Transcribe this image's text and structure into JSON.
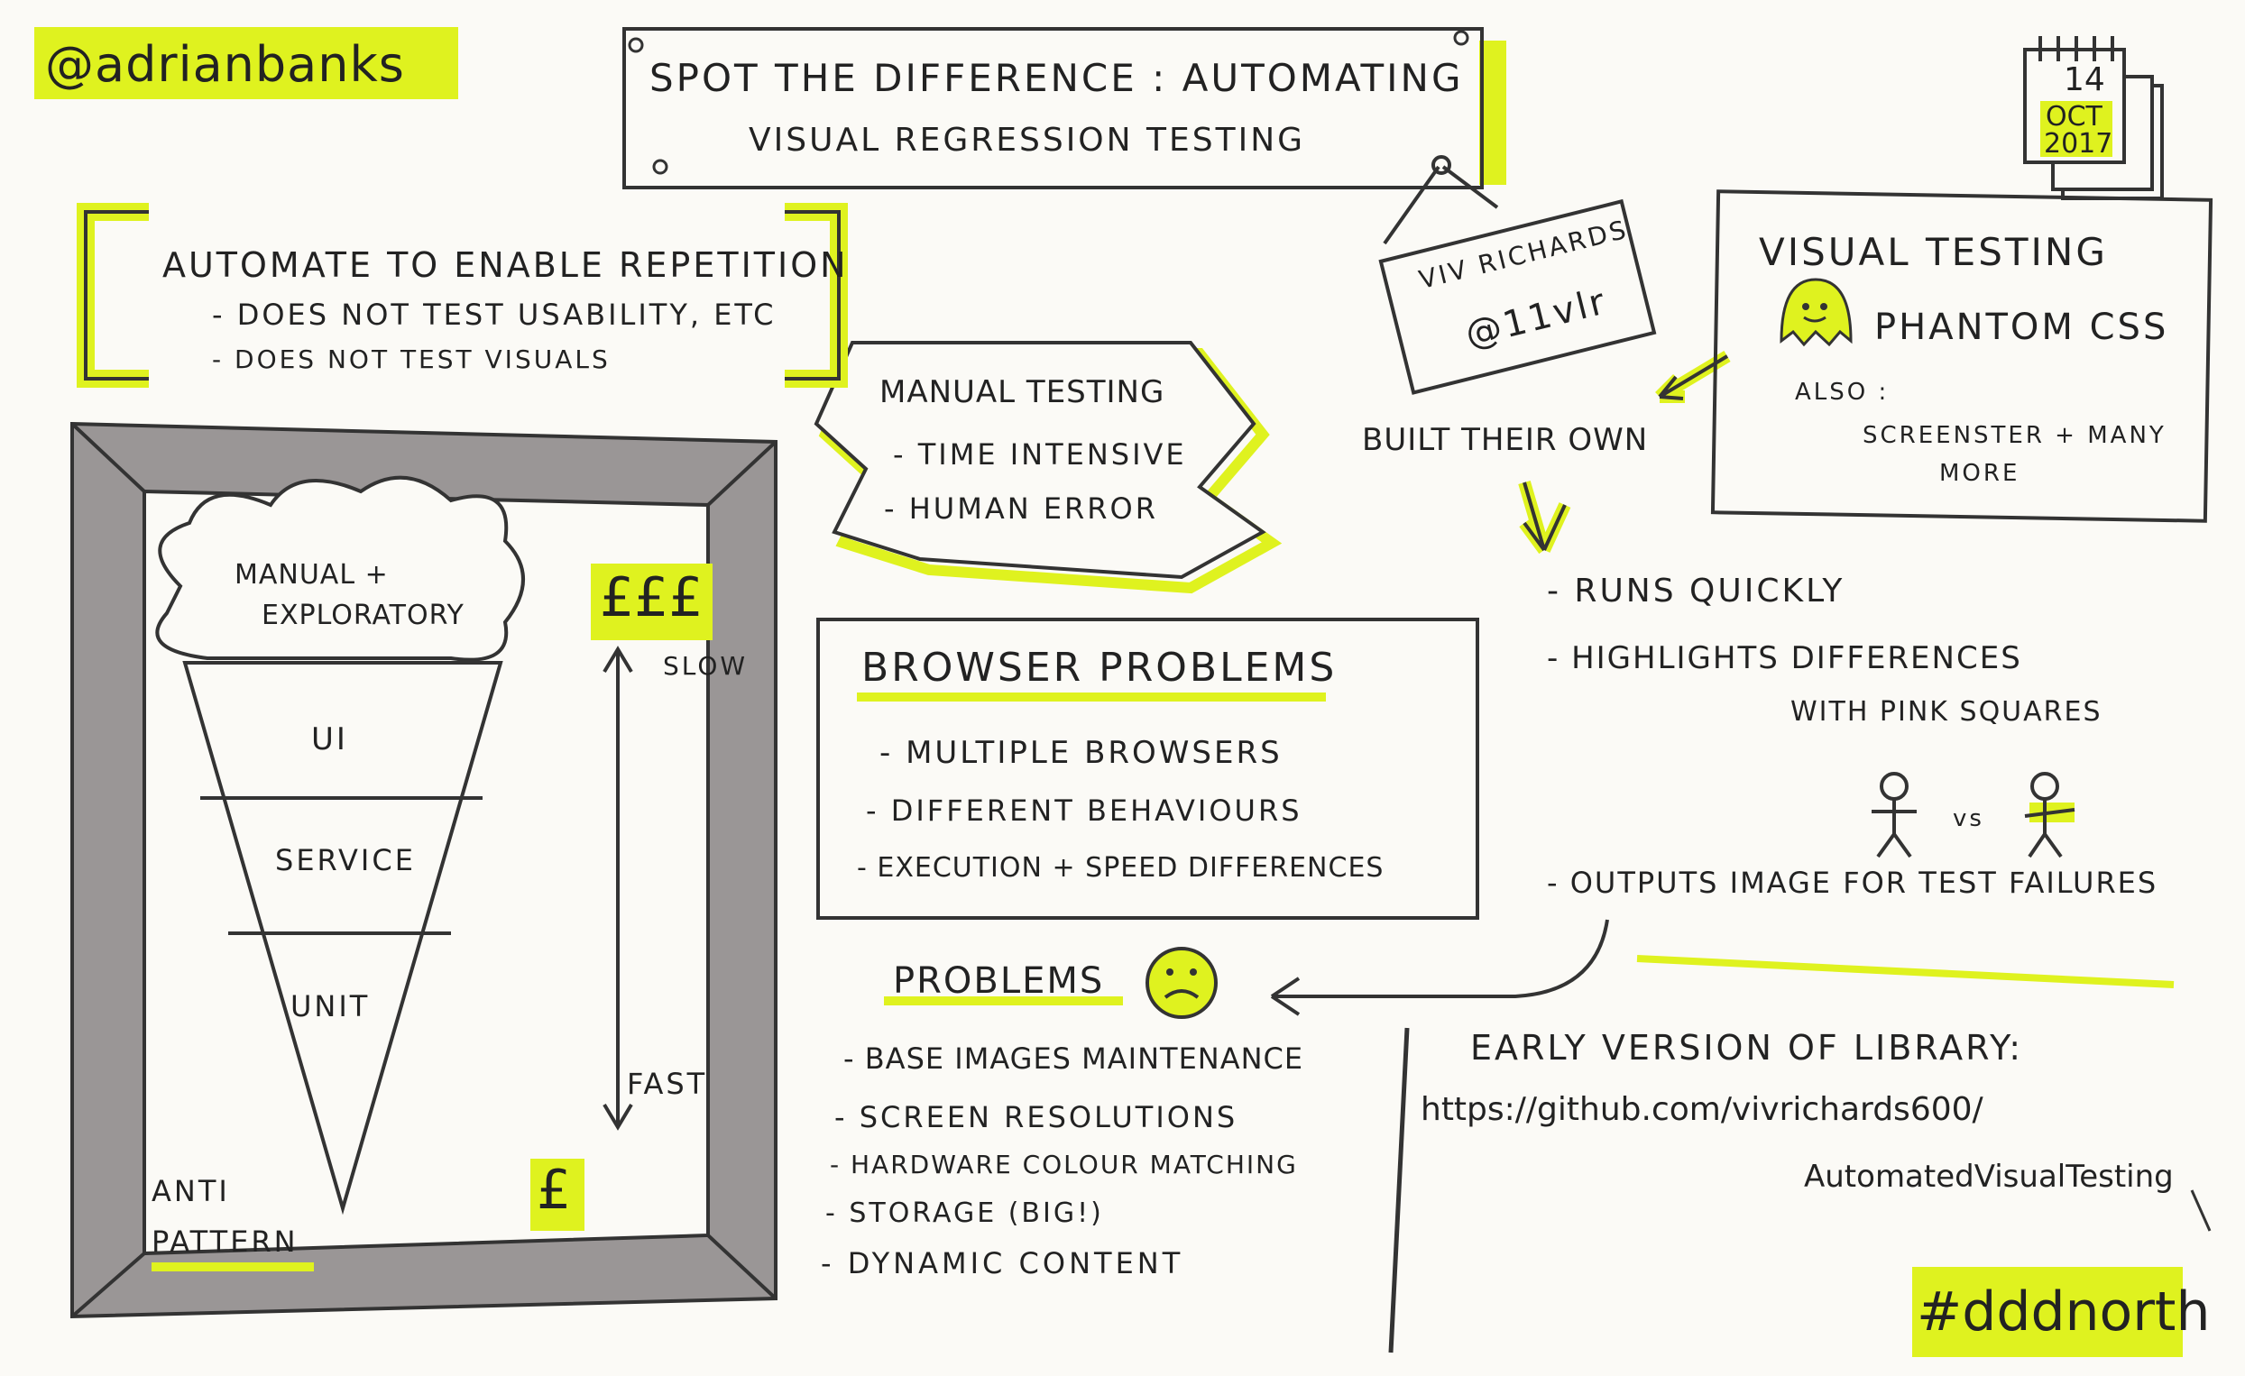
{
  "handle": "@adrianbanks",
  "title": {
    "line1": "Spot the difference : Automating",
    "line2": "Visual Regression Testing"
  },
  "date": {
    "day": "14",
    "month": "OCT",
    "year": "2017"
  },
  "speaker": {
    "name": "Viv Richards",
    "handle": "@11vlr"
  },
  "automate": {
    "heading": "Automate to enable repetition",
    "items": [
      "- Does not test usability, etc",
      "- Does not test visuals"
    ]
  },
  "manual_testing": {
    "heading": "Manual Testing",
    "items": [
      "- Time intensive",
      "- Human error"
    ]
  },
  "pyramid": {
    "cloud": [
      "Manual +",
      "Exploratory"
    ],
    "layers": [
      "UI",
      "Service",
      "Unit"
    ],
    "cost_high": "£££",
    "cost_low": "£",
    "slow": "Slow",
    "fast": "Fast",
    "anti": "Anti",
    "pattern": "Pattern"
  },
  "browser_problems": {
    "heading": "Browser Problems",
    "items": [
      "- Multiple browsers",
      "- Different behaviours",
      "- Execution + speed differences"
    ]
  },
  "visual_testing": {
    "heading": "Visual Testing",
    "tool": "Phantom css",
    "also": "Also :",
    "others": [
      "Screenster + many",
      "more"
    ]
  },
  "built_their_own": "Built their own",
  "features": [
    "- Runs quickly",
    "- Highlights differences",
    "with pink squares",
    "- Outputs image for test failures"
  ],
  "vs": "vs",
  "problems": {
    "heading": "Problems",
    "items": [
      "- Base images maintenance",
      "- Screen resolutions",
      "- Hardware colour matching",
      "- Storage (big!)",
      "- Dynamic content"
    ]
  },
  "library": {
    "heading": "Early version of library:",
    "url_line1": "https://github.com/vivrichards600/",
    "url_line2": "AutomatedVisualTesting"
  },
  "hashtag": "#dddnorth",
  "colors": {
    "highlighter": "#dff21f",
    "ink": "#222222",
    "frame": "#9a9696",
    "paper": "#fbfaf6"
  }
}
